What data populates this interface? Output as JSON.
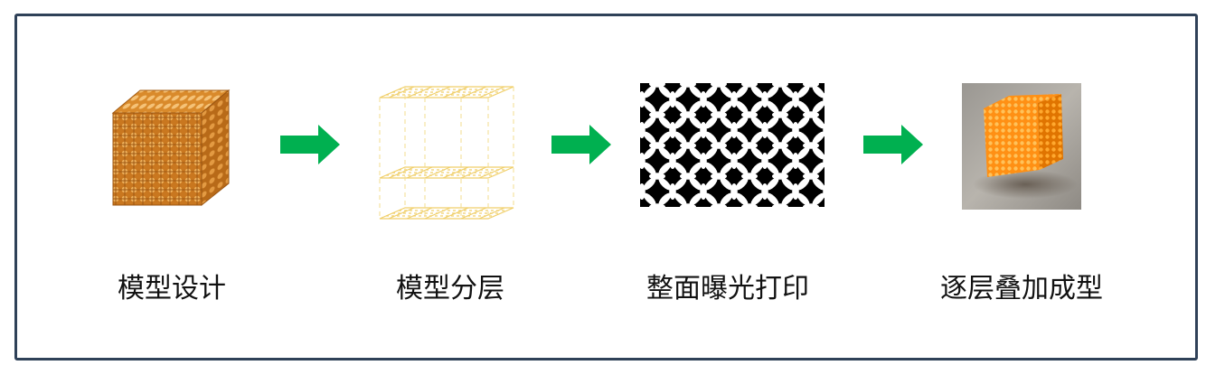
{
  "steps": [
    {
      "label": "模型设计",
      "icon": "lattice-cube-model-icon"
    },
    {
      "label": "模型分层",
      "icon": "sliced-layers-icon"
    },
    {
      "label": "整面曝光打印",
      "icon": "exposure-mask-pattern-icon"
    },
    {
      "label": "逐层叠加成型",
      "icon": "printed-part-photo-icon"
    }
  ],
  "colors": {
    "frame_border": "#2f4158",
    "arrow": "#00b050",
    "lattice": "#d98a2b",
    "layer_lines": "#f0cf6a",
    "printed_part": "#ff9a1a"
  }
}
